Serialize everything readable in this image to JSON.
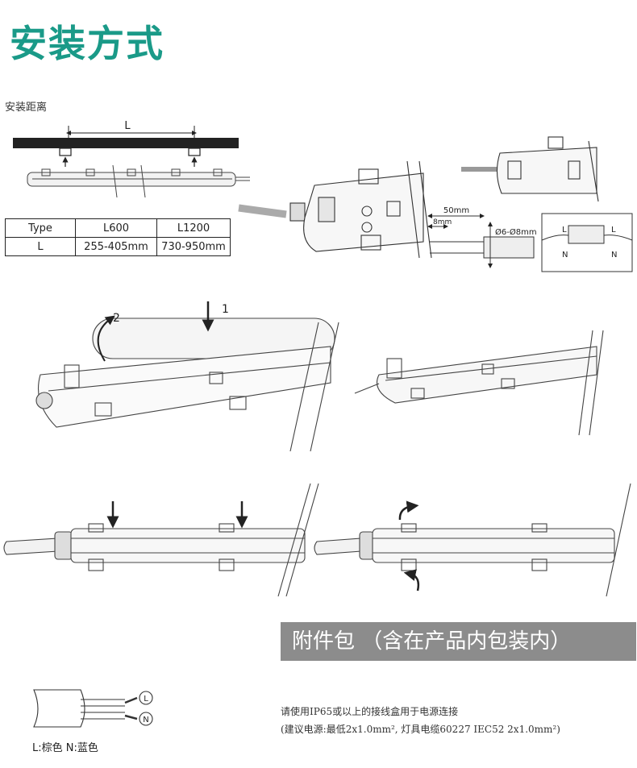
{
  "header": {
    "title": "安装方式",
    "subtitle": "安装距离"
  },
  "dimensions": {
    "distance_label": "L",
    "wire_length": "50mm",
    "strip_length": "8mm",
    "cable_diameter": "Ø6-Ø8mm"
  },
  "wiring": {
    "live": "L",
    "neutral": "N"
  },
  "rotation_steps": {
    "push": "1",
    "rotate": "2"
  },
  "spec_table": {
    "headers": [
      "Type",
      "L600",
      "L1200"
    ],
    "rows": [
      [
        "L",
        "255-405mm",
        "730-950mm"
      ]
    ]
  },
  "accessory": {
    "banner": "附件包 （含在产品内包装内）",
    "note_line1": "请使用IP65或以上的接线盒用于电源连接",
    "note_line2": "(建议电源:最低2x1.0mm², 灯具电缆60227 IEC52 2x1.0mm²)",
    "legend": "L:棕色 N:蓝色"
  }
}
